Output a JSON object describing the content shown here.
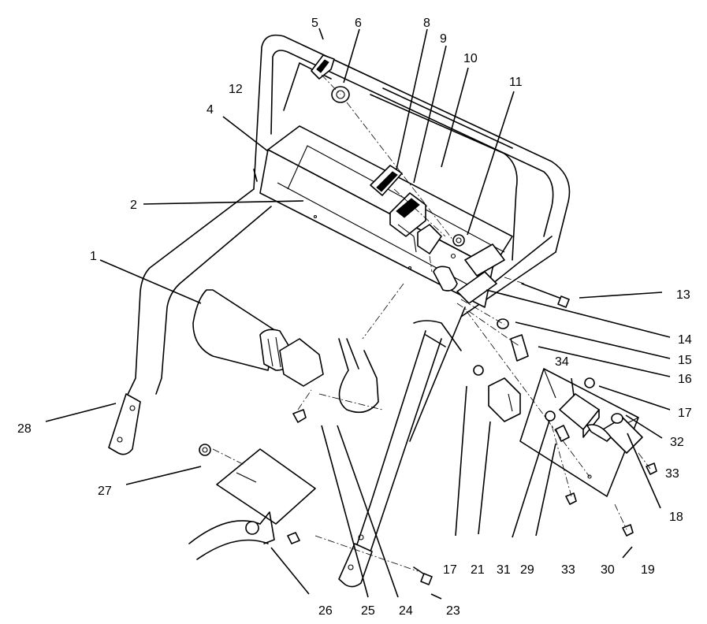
{
  "callouts": [
    {
      "label": "1"
    },
    {
      "label": "2"
    },
    {
      "label": "4"
    },
    {
      "label": "5"
    },
    {
      "label": "6"
    },
    {
      "label": "8"
    },
    {
      "label": "9"
    },
    {
      "label": "10"
    },
    {
      "label": "11"
    },
    {
      "label": "12"
    },
    {
      "label": "13"
    },
    {
      "label": "14"
    },
    {
      "label": "15"
    },
    {
      "label": "16"
    },
    {
      "label": "17"
    },
    {
      "label": "17"
    },
    {
      "label": "18"
    },
    {
      "label": "19"
    },
    {
      "label": "21"
    },
    {
      "label": "23"
    },
    {
      "label": "24"
    },
    {
      "label": "25"
    },
    {
      "label": "26"
    },
    {
      "label": "27"
    },
    {
      "label": "28"
    },
    {
      "label": "29"
    },
    {
      "label": "30"
    },
    {
      "label": "31"
    },
    {
      "label": "32"
    },
    {
      "label": "33"
    },
    {
      "label": "33"
    },
    {
      "label": "34"
    }
  ]
}
